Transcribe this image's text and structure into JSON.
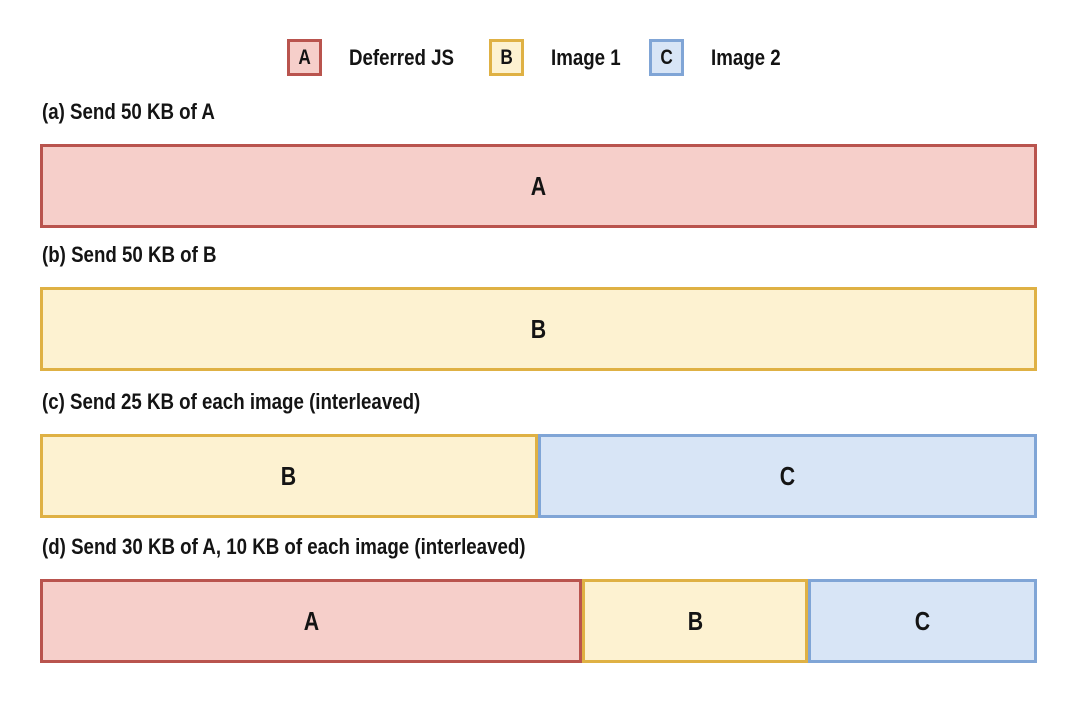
{
  "figure": {
    "colors": {
      "A": {
        "fill": "#f6cfca",
        "border": "#b9544e"
      },
      "B": {
        "fill": "#fdf2d1",
        "border": "#dfb144"
      },
      "C": {
        "fill": "#d8e5f6",
        "border": "#80a5d6"
      }
    },
    "legend": {
      "items": [
        {
          "key": "A",
          "letter": "A",
          "label": "Deferred JS"
        },
        {
          "key": "B",
          "letter": "B",
          "label": "Image 1"
        },
        {
          "key": "C",
          "letter": "C",
          "label": "Image 2"
        }
      ]
    },
    "sections": [
      {
        "caption": "(a) Send 50 KB of A",
        "segments": [
          {
            "letter": "A",
            "width": "100%"
          }
        ]
      },
      {
        "caption": "(b) Send 50 KB of B",
        "segments": [
          {
            "letter": "B",
            "width": "100%"
          }
        ]
      },
      {
        "caption": "(c) Send 25 KB of each image (interleaved)",
        "segments": [
          {
            "letter": "B",
            "width": "49.9%"
          },
          {
            "letter": "C",
            "width": "50.1%"
          }
        ]
      },
      {
        "caption": "(d) Send 30 KB of A, 10 KB of each image (interleaved)",
        "segments": [
          {
            "letter": "A",
            "width": "54.4%"
          },
          {
            "letter": "B",
            "width": "22.6%"
          },
          {
            "letter": "C",
            "width": "23.0%"
          }
        ]
      }
    ]
  }
}
